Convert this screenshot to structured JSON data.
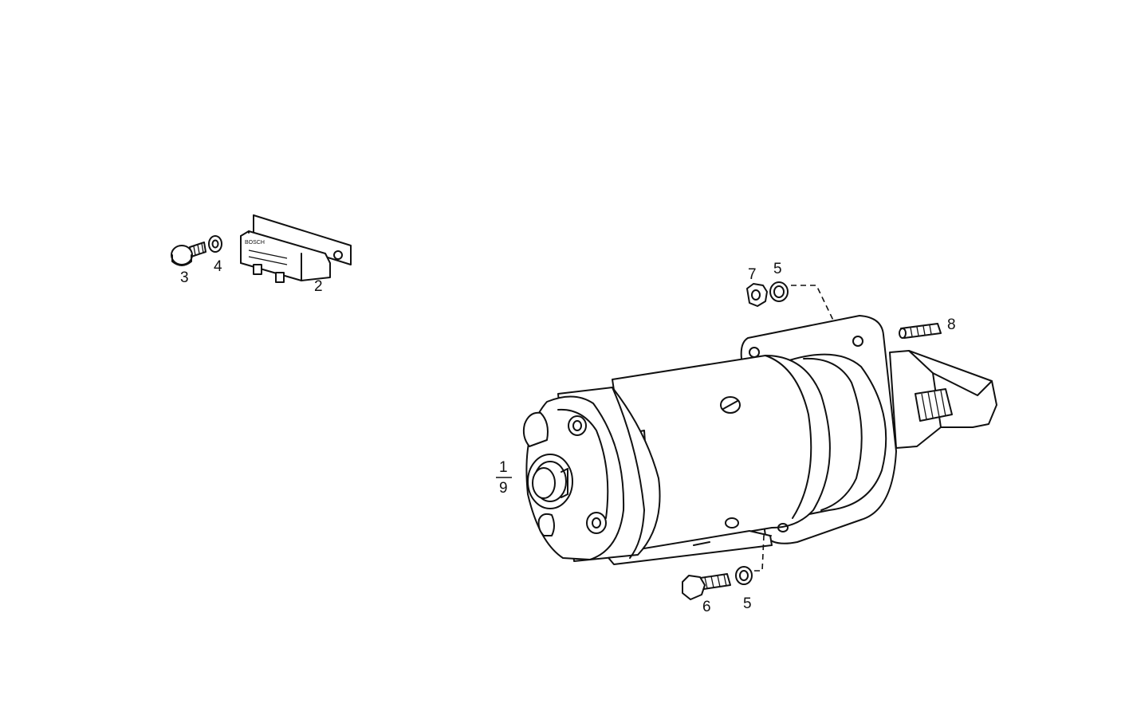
{
  "diagram": {
    "labels": {
      "part_1": "1",
      "part_9": "9",
      "part_2": "2",
      "part_3": "3",
      "part_4": "4",
      "part_5_top": "5",
      "part_5_bottom": "5",
      "part_6": "6",
      "part_7": "7",
      "part_8": "8"
    },
    "relay_markings": {
      "line1": "BOSCH",
      "line2": "",
      "line3": ""
    }
  }
}
